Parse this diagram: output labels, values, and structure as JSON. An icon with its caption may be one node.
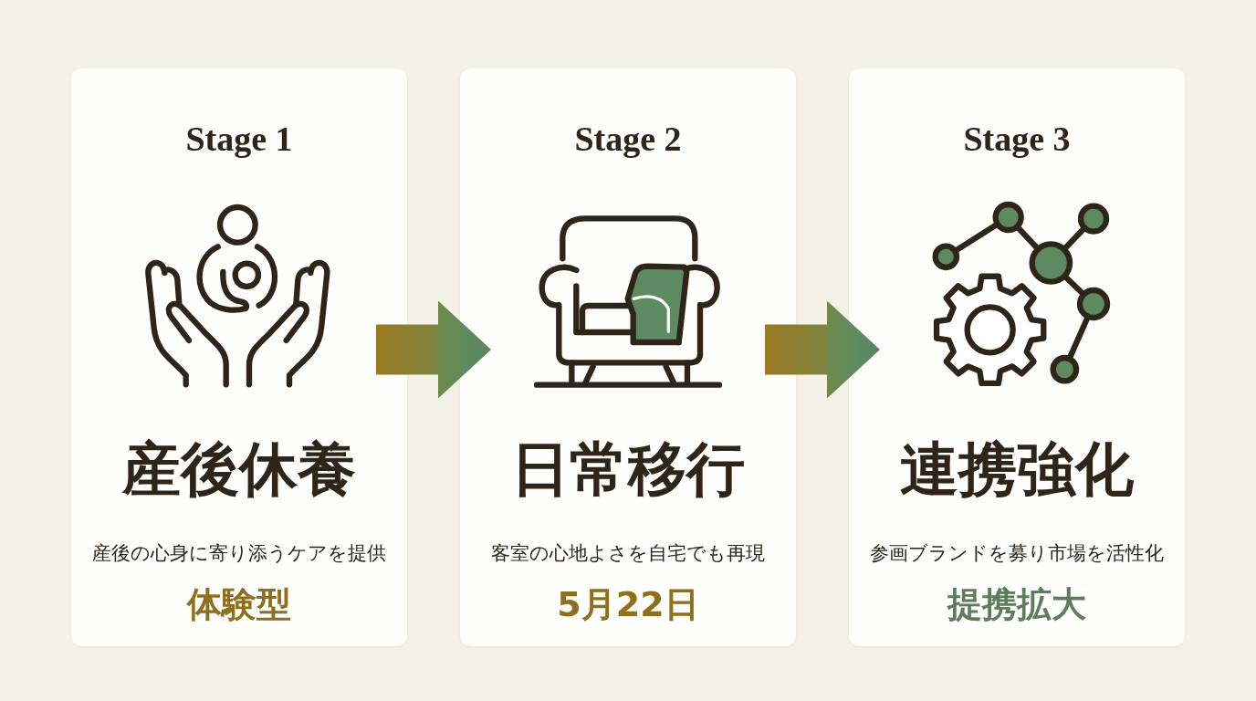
{
  "diagram": {
    "nodes": [
      {
        "text": [
          "Stage 1",
          "産後休養",
          "産後の心身に寄り添うケアを提供",
          "体験型"
        ]
      },
      {
        "text": [
          "Stage 2",
          "日常移行",
          "客室の心地よさを自宅でも再現",
          "5月22日"
        ]
      },
      {
        "text": [
          "Stage 3",
          "連携強化",
          "参画ブランドを募り市場を活性化",
          "提携拡大"
        ]
      }
    ],
    "edges": [
      {
        "from": 0,
        "to": 1,
        "arrow": "to"
      },
      {
        "from": 1,
        "to": 2,
        "arrow": "to"
      }
    ]
  }
}
